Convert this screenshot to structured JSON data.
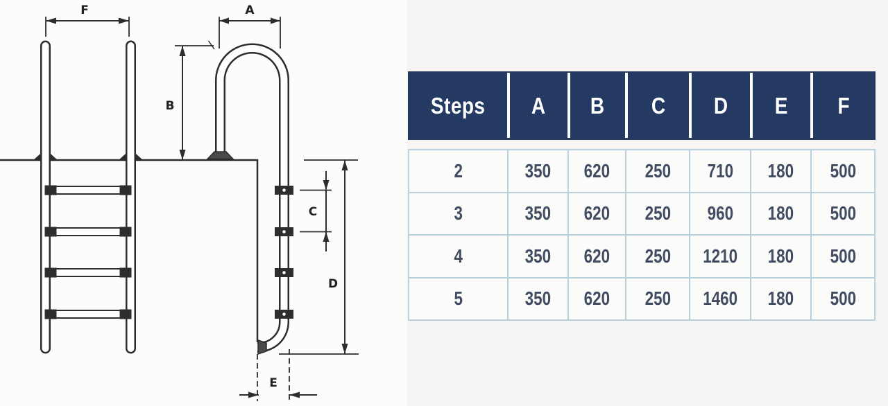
{
  "diagram": {
    "title": "pool-ladder-dimension-drawing",
    "labels": {
      "f": "F",
      "a": "A",
      "b": "B",
      "c": "C",
      "d": "D",
      "e": "E"
    }
  },
  "table": {
    "header": [
      "Steps",
      "A",
      "B",
      "C",
      "D",
      "E",
      "F"
    ],
    "rows": [
      [
        "2",
        "350",
        "620",
        "250",
        "710",
        "180",
        "500"
      ],
      [
        "3",
        "350",
        "620",
        "250",
        "960",
        "180",
        "500"
      ],
      [
        "4",
        "350",
        "620",
        "250",
        "1210",
        "180",
        "500"
      ],
      [
        "5",
        "350",
        "620",
        "250",
        "1460",
        "180",
        "500"
      ]
    ]
  },
  "colors": {
    "header_bg": "#243a63",
    "header_text": "#ffffff",
    "grid_border": "#b7d0dc",
    "cell_bg": "#fbfbf9",
    "cell_text": "#414b61",
    "line_color": "#2d2d2d"
  }
}
